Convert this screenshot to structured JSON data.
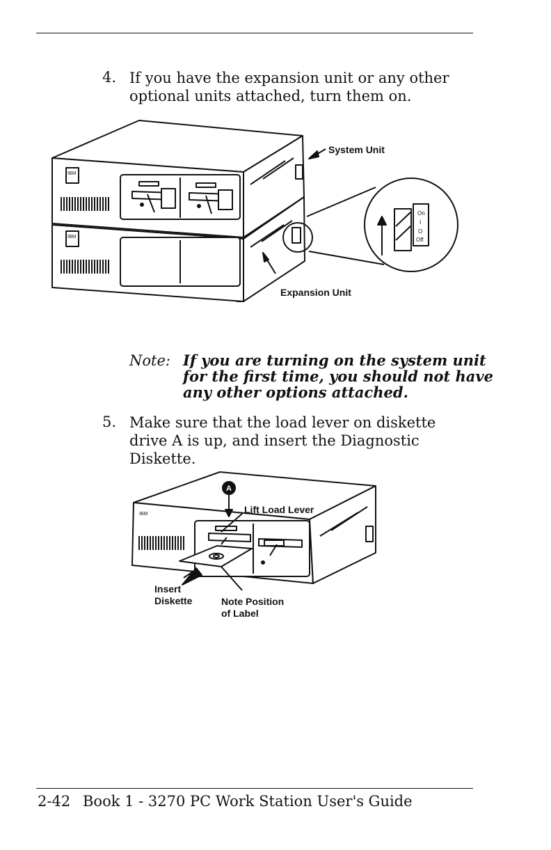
{
  "steps": [
    {
      "number": "4.",
      "text_lines": [
        "If you have the expansion unit or any other",
        "optional units attached, turn them on."
      ]
    },
    {
      "number": "5.",
      "text_lines": [
        "Make sure that the load lever on diskette",
        "drive A is up, and insert the Diagnostic",
        "Diskette."
      ]
    }
  ],
  "note": {
    "label": "Note:",
    "text_lines": [
      "If you are turning on the system unit",
      "for the first time, you should not have",
      "any other options attached."
    ]
  },
  "figure1": {
    "system_unit_label": "System Unit",
    "expansion_unit_label": "Expansion Unit",
    "switch_on_label": "On",
    "switch_one": "I",
    "switch_zero": "O",
    "switch_off_label": "Off",
    "logo": "IBM"
  },
  "figure2": {
    "badge": "A",
    "lift_label": "Lift Load Lever",
    "insert_label": [
      "Insert",
      "Diskette"
    ],
    "note_label": [
      "Note Position",
      "of Label"
    ],
    "logo": "IBM"
  },
  "footer": {
    "page_number": "2-42",
    "title": "Book 1 - 3270 PC Work Station User's Guide"
  }
}
